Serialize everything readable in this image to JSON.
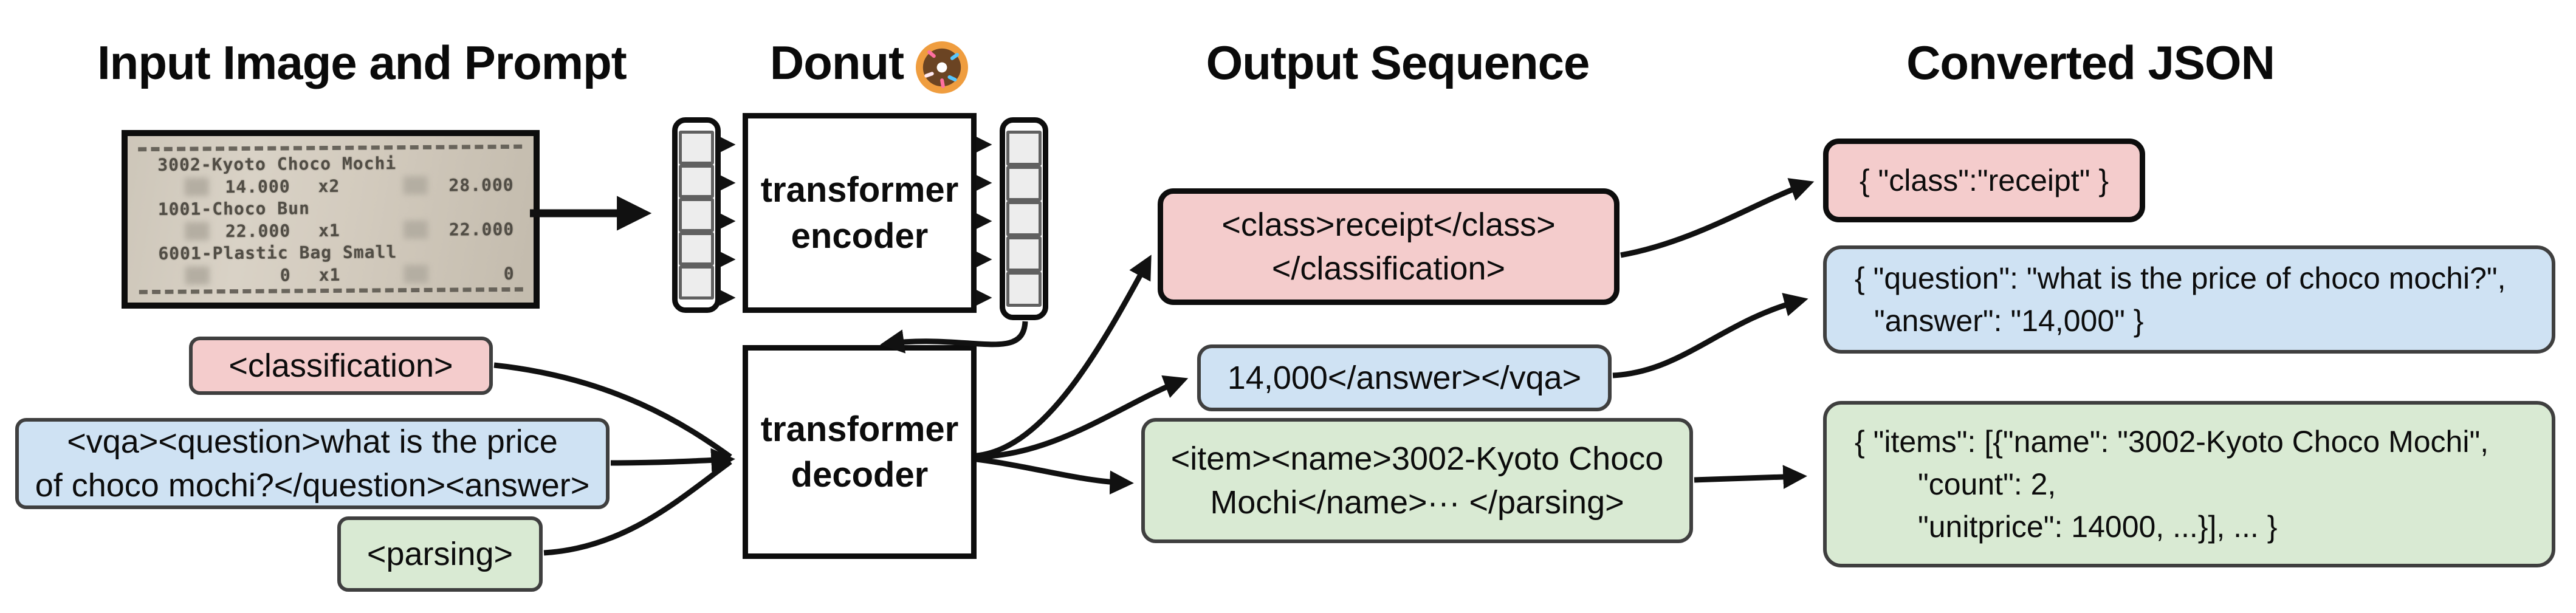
{
  "headers": {
    "input": "Input Image and Prompt",
    "model": "Donut",
    "model_emoji": "🍩",
    "output": "Output Sequence",
    "json": "Converted JSON"
  },
  "receipt": {
    "rows": [
      {
        "text": "3002-Kyoto Choco Mochi"
      },
      {
        "price": "14.000",
        "qty": "x2",
        "total": "28.000"
      },
      {
        "text": "1001-Choco Bun"
      },
      {
        "price": "22.000",
        "qty": "x1",
        "total": "22.000"
      },
      {
        "text": "6001-Plastic Bag Small"
      },
      {
        "price": "0",
        "qty": "x1",
        "total": "0"
      }
    ]
  },
  "model": {
    "encoder": {
      "line1": "transformer",
      "line2": "encoder"
    },
    "decoder": {
      "line1": "transformer",
      "line2": "decoder"
    }
  },
  "prompts": {
    "classification": {
      "text": "<classification>"
    },
    "vqa": {
      "line1": "<vqa><question>what is the price",
      "line2": "of choco mochi?</question><answer>"
    },
    "parsing": {
      "text": "<parsing>"
    }
  },
  "outputs": {
    "classification": {
      "line1": "<class>receipt</class>",
      "line2": "</classification>"
    },
    "vqa": {
      "text": "14,000</answer></vqa>"
    },
    "parsing": {
      "line1": "<item><name>3002-Kyoto Choco",
      "line2": "Mochi</name>··· </parsing>"
    }
  },
  "converted_json": {
    "classification": {
      "text": "{ \"class\":\"receipt\" }"
    },
    "vqa": {
      "line1": "{ \"question\": \"what is the price of choco mochi?\",",
      "line2": "\"answer\": \"14,000\" }"
    },
    "parsing": {
      "line1": "{ \"items\": [{\"name\": \"3002-Kyoto Choco Mochi\",",
      "line2": "\"count\": 2,",
      "line3": "\"unitprice\": 14000, ...}], ... }"
    }
  },
  "colors": {
    "classification_fill": "#f4cccc",
    "vqa_fill": "#cfe2f3",
    "parsing_fill": "#d9ead3",
    "line": "#111111"
  }
}
